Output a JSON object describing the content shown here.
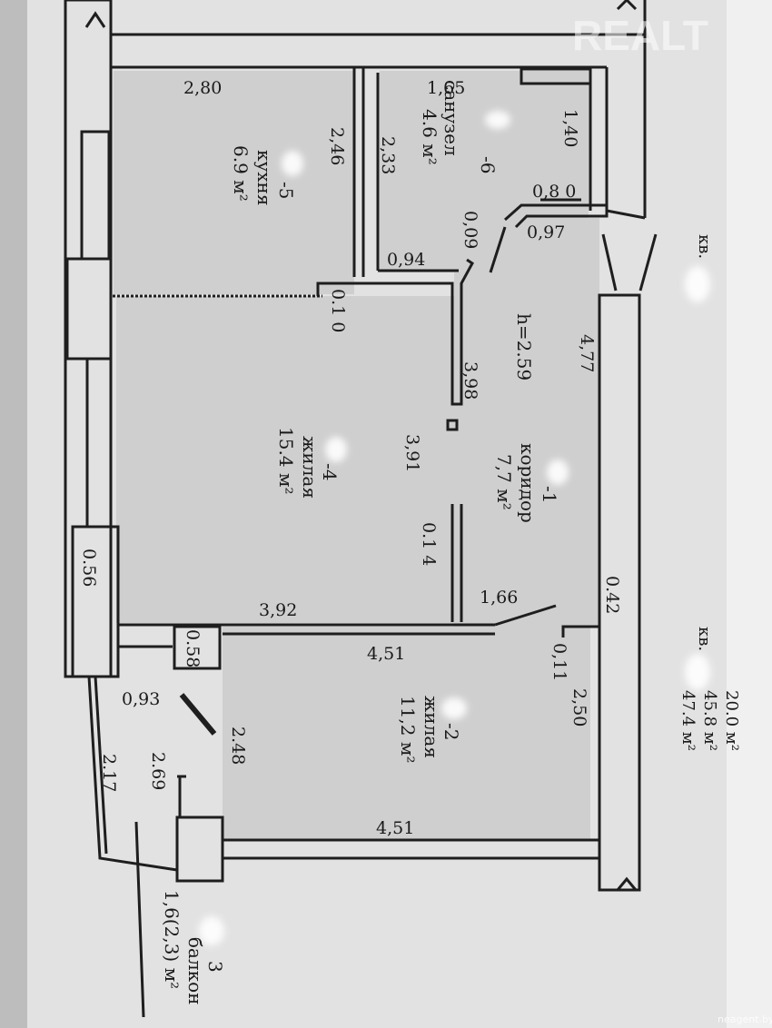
{
  "watermark": "REALT",
  "credit": "neagent.by",
  "ceiling_height": "h=2.59",
  "rooms": {
    "bathroom": {
      "name": "санузел",
      "area": "4.6 м²",
      "code": "-6"
    },
    "kitchen": {
      "name": "кухня",
      "area": "6.9 м²",
      "code": "-5"
    },
    "living_large": {
      "name": "жилая",
      "area": "15.4 м²",
      "code": "-4"
    },
    "corridor": {
      "name": "коридор",
      "area": "7,7 м²",
      "code": "-1"
    },
    "living_small": {
      "name": "жилая",
      "area": "11,2 м²",
      "code": "-2"
    },
    "balcony": {
      "name": "балкон",
      "area": "1,6(2,3) м²",
      "code": "3"
    }
  },
  "apartment": {
    "label": "кв.",
    "label_top": "кв.",
    "area_partial": "20.0 м²",
    "area_living": "45.8 м²",
    "area_total": "47.4 м²"
  },
  "dimensions": {
    "d280": "2,80",
    "d165": "1,65",
    "d140": "1,40",
    "d246": "2,46",
    "d233": "2,33",
    "d080": "0,8 0",
    "d097": "0,97",
    "d009": "0,09",
    "d094": "0,94",
    "d010": "0.1 0",
    "d477": "4,77",
    "d398": "3,98",
    "d391": "3,91",
    "d014": "0.1 4",
    "d056": "0.56",
    "d392": "3,92",
    "d166": "1,66",
    "d042": "0.42",
    "d058": "0.58",
    "d451a": "4,51",
    "d011": "0,11",
    "d093": "0,93",
    "d248": "2.48",
    "d250": "2,50",
    "d217": "2.17",
    "d269": "2.69",
    "d451b": "4,51"
  }
}
